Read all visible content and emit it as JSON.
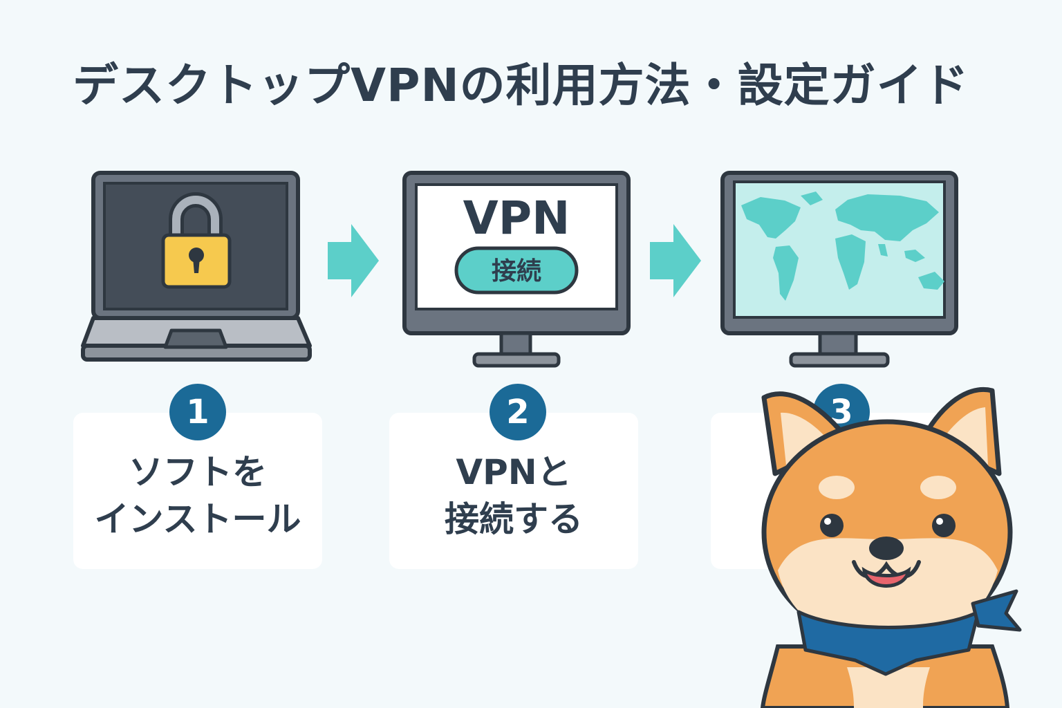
{
  "title": "デスクトップVPNの利用方法・設定ガイド",
  "steps": [
    {
      "number": "1",
      "label": "ソフトを\nインストール"
    },
    {
      "number": "2",
      "label": "VPNと\n接続する"
    },
    {
      "number": "3",
      "label": ""
    }
  ],
  "screen": {
    "vpn_text": "VPN",
    "connect_button": "接続"
  },
  "colors": {
    "background": "#f3f9fb",
    "title": "#2f3e4e",
    "badge": "#1b6a97",
    "accent": "#5ccfc9",
    "lock": "#f6c94e",
    "shiba": "#f0a354"
  }
}
